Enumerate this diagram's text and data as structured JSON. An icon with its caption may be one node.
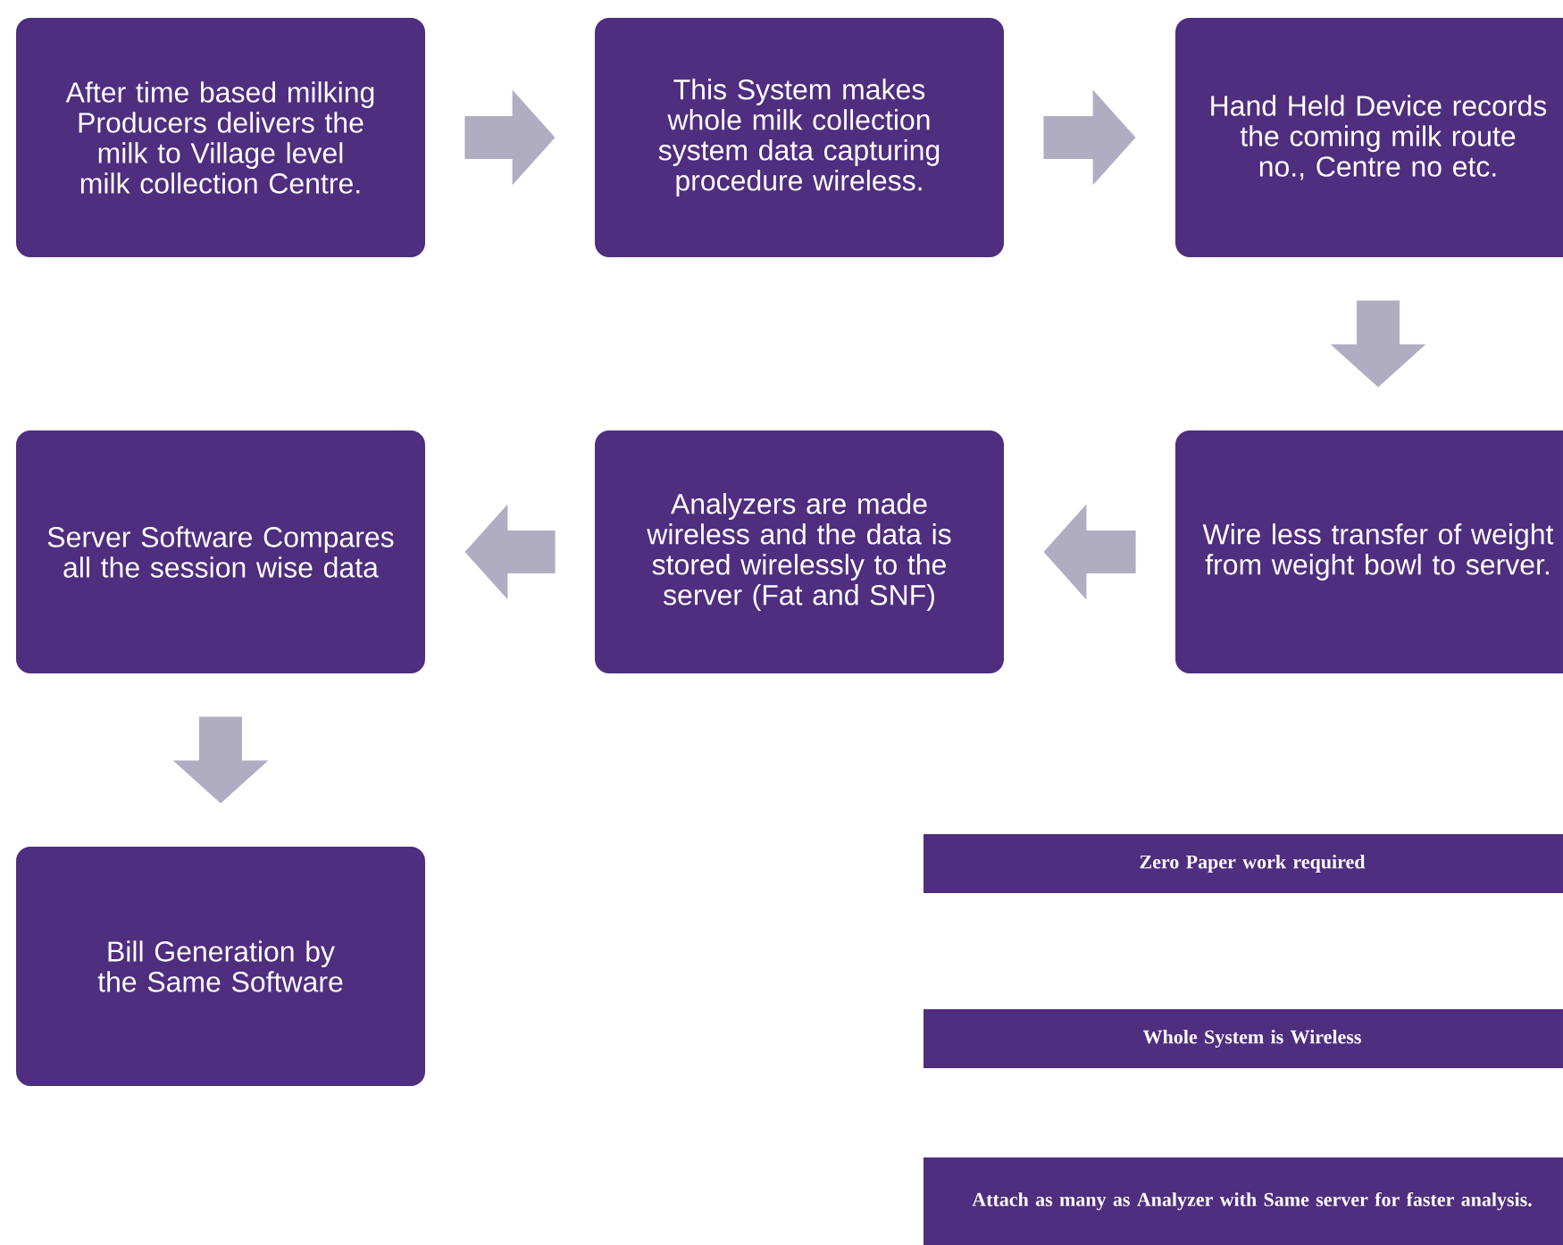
{
  "diagram": {
    "nodes": [
      {
        "text": [
          "After time based milking Producers delivers the milk to Village level milk collection Centre."
        ]
      },
      {
        "text": [
          "This System makes whole milk collection system data capturing procedure wireless."
        ]
      },
      {
        "text": [
          "Hand Held Device records the coming milk route no., Centre no etc."
        ]
      },
      {
        "text": [
          "Wire less transfer of weight from weight bowl to server."
        ]
      },
      {
        "text": [
          "Analyzers are made wireless and the data is stored wirelessly to the server (Fat and SNF)"
        ]
      },
      {
        "text": [
          "Server Software Compares all the session wise data"
        ]
      },
      {
        "text": [
          "Bill Generation by the Same Software"
        ]
      },
      {
        "text": [
          "Zero Paper work required"
        ]
      },
      {
        "text": [
          "Whole System is Wireless"
        ]
      },
      {
        "text": [
          "Attach as many as Analyzer with Same server for faster analysis."
        ]
      }
    ],
    "edges": [
      {
        "from": 0,
        "to": 1,
        "arrow": "to"
      },
      {
        "from": 1,
        "to": 2,
        "arrow": "to"
      },
      {
        "from": 2,
        "to": 3,
        "arrow": "to"
      },
      {
        "from": 3,
        "to": 4,
        "arrow": "to"
      },
      {
        "from": 4,
        "to": 5,
        "arrow": "to"
      },
      {
        "from": 5,
        "to": 6,
        "arrow": "to"
      }
    ]
  }
}
